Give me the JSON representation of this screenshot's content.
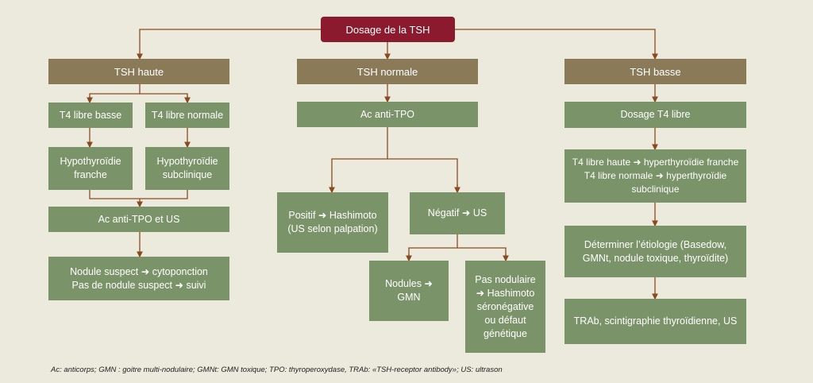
{
  "root": "Dosage de la TSH",
  "left": {
    "header": "TSH haute",
    "t4_low": "T4 libre basse",
    "t4_normal": "T4 libre normale",
    "hypo_frank": "Hypothyroïdie\nfranche",
    "hypo_subclinical": "Hypothyroïdie\nsubclinique",
    "ac_us": "Ac anti-TPO et US",
    "nodule": "Nodule suspect ➜ cytoponction\nPas de nodule suspect ➜ suivi"
  },
  "middle": {
    "header": "TSH normale",
    "ac_tpo": "Ac anti-TPO",
    "positive": "Positif ➜ Hashimoto\n(US selon palpation)",
    "negative": "Négatif ➜ US",
    "nodules": "Nodules ➜ GMN",
    "no_nodule": "Pas nodulaire\n➜ Hashimoto\nséronégative\nou défaut\ngénétique"
  },
  "right": {
    "header": "TSH basse",
    "t4_dose": "Dosage T4 libre",
    "hyper": "T4 libre haute ➜ hyperthyroïdie franche\nT4 libre normale ➜ hyperthyroïdie\nsubclinique",
    "etiology": "Déterminer l’étiologie (Basedow,\nGMNt, nodule toxique, thyroïdite)",
    "trab": "TRAb, scintigraphie thyroïdienne, US"
  },
  "footnote": "Ac: anticorps; GMN : goitre multi-nodulaire; GMNt: GMN toxique; TPO: thyroperoxydase, TRAb: «TSH-receptor antibody»; US: ultrason",
  "colors": {
    "root": "#8b1a2e",
    "header": "#8a7a58",
    "node": "#7b9368",
    "connector": "#8a4a20",
    "background": "#eceadc"
  }
}
